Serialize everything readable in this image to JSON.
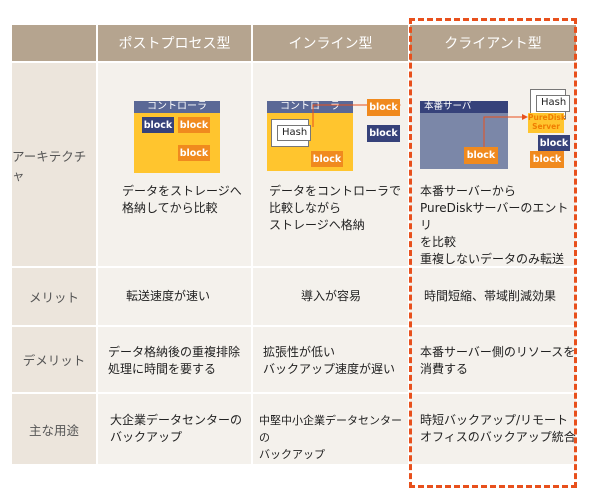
{
  "headers": [
    "",
    "ポストプロセス型",
    "インライン型",
    "クライアント型"
  ],
  "rows": [
    {
      "label": "アーキテクチャ",
      "cells": [
        "データをストレージへ\n格納してから比較",
        "データをコントローラで\n比較しながら\nストレージへ格納",
        "本番サーバーから\nPureDiskサーバーのエントリ\nを比較\n重複しないデータのみ転送"
      ]
    },
    {
      "label": "メリット",
      "cells": [
        "転送速度が速い",
        "導入が容易",
        "時間短縮、帯域削減効果"
      ]
    },
    {
      "label": "デメリット",
      "cells": [
        "データ格納後の重複排除\n処理に時間を要する",
        "拡張性が低い\nバックアップ速度が遅い",
        "本番サーバー側のリソースを\n消費する"
      ]
    },
    {
      "label": "主な用途",
      "cells": [
        "大企業データセンターの\nバックアップ",
        "中堅中小企業データセンターの\nバックアップ",
        "時短バックアップ/リモート\nオフィスのバックアップ統合"
      ]
    }
  ],
  "diagram": {
    "controller_label": "コントローラ",
    "block_label": "block",
    "hash_label": "Hash",
    "server_label": "本番サーバ",
    "puredisk_label": "PureDisk\nServer"
  },
  "colors": {
    "header_bg": "#b5a48f",
    "label_bg": "#ece5dc",
    "cell_bg": "#f4f1ec",
    "highlight": "#e8501c",
    "navy": "#36427a",
    "orange": "#f08a1e",
    "yellow": "#ffc52e"
  }
}
